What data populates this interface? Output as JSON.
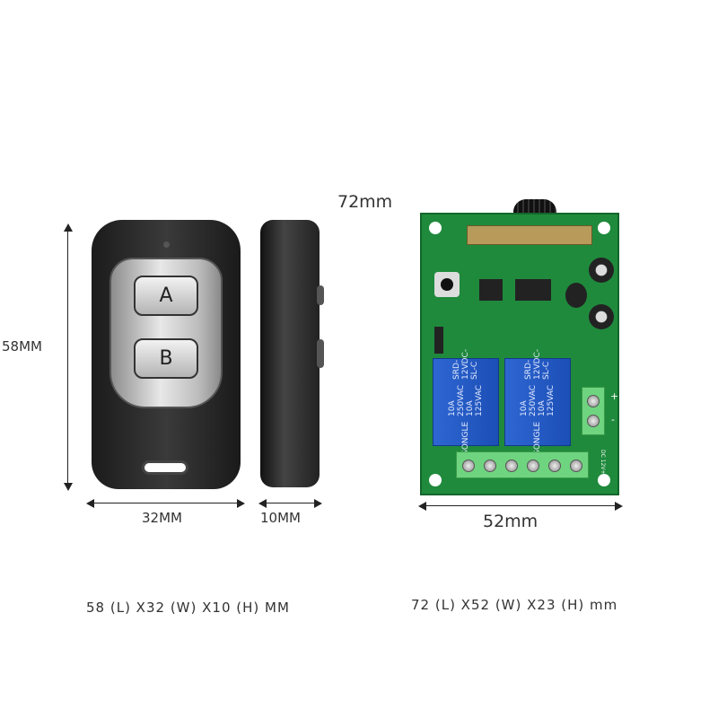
{
  "remote": {
    "button_a": "A",
    "button_b": "B",
    "height_label": "58MM",
    "width_label": "32MM",
    "thickness_label": "10MM",
    "spec": "58 (L) X32 (W) X10 (H) MM"
  },
  "receiver": {
    "length_label": "72mm",
    "width_label": "52mm",
    "spec": "72 (L) X52 (W) X23 (H) mm",
    "relay_brand": "SONGLE",
    "relay_model": "SRD-12VDC-SL-C",
    "relay_rating": "10A 250VAC 10A 125VAC",
    "power_label": "DC 12V+",
    "plus": "+",
    "minus": "-"
  }
}
